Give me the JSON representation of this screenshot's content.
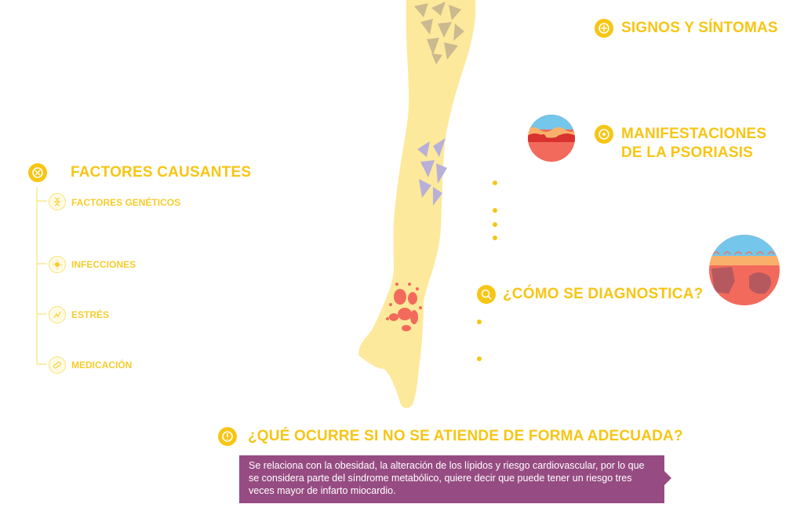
{
  "headings": {
    "signos": "SIGNOS Y SÍNTOMAS",
    "manifestaciones_l1": "MANIFESTACIONES",
    "manifestaciones_l2": "DE LA PSORIASIS",
    "factores": "FACTORES CAUSANTES",
    "diagnostico": "¿CÓMO SE DIAGNOSTICA?",
    "que_ocurre": "¿QUÉ OCURRE SI NO SE ATIENDE DE FORMA ADECUADA?"
  },
  "factores_items": [
    {
      "label": "FACTORES GENÉTICOS",
      "icon": "dna-icon"
    },
    {
      "label": "INFECCIONES",
      "icon": "virus-icon"
    },
    {
      "label": "ESTRÉS",
      "icon": "stress-icon"
    },
    {
      "label": "MEDICACIÓN",
      "icon": "pill-icon"
    }
  ],
  "callout_text": "Se relaciona con la obesidad, la alteración de los lípidos y riesgo cardiovascular, por lo que se considera parte del síndrome metabólico, quiere decir que puede tener un riesgo tres veces mayor de infarto miocardio.",
  "colors": {
    "accent": "#f7c514",
    "arm": "#fde99b",
    "callout": "#964c82",
    "lesion_red": "#f26a5b",
    "lesion_purple": "#b8b0d8",
    "skin_blue": "#74c6ea"
  }
}
